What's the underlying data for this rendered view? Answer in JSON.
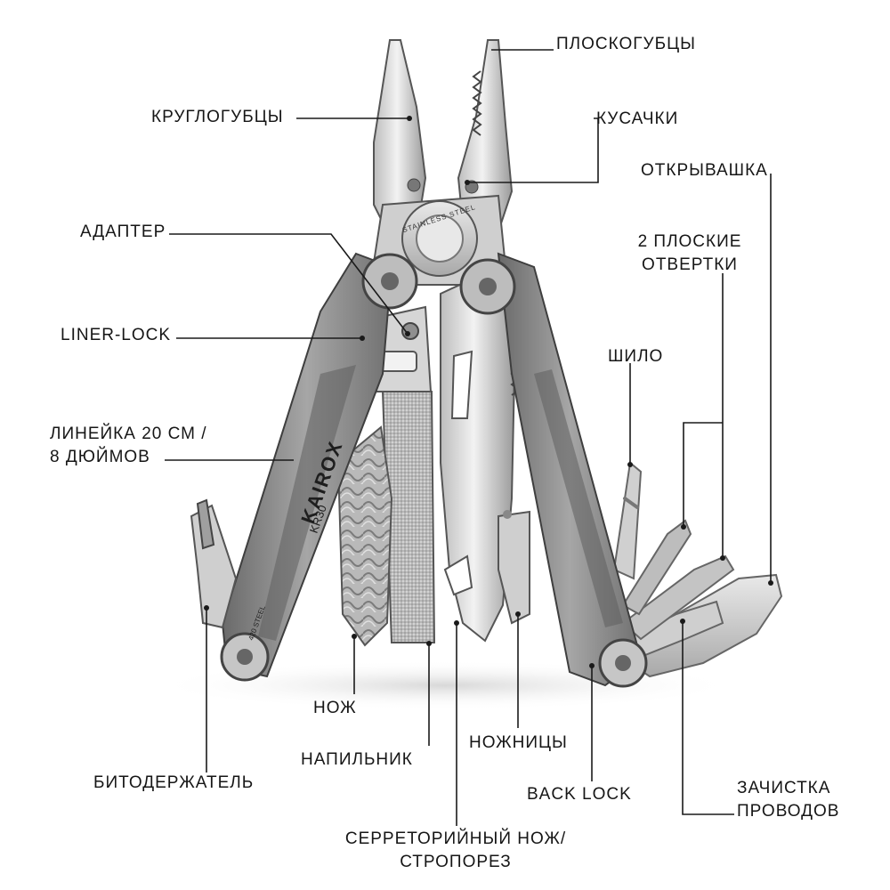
{
  "brand": {
    "name": "KAIROX",
    "model": "KR30",
    "steel": "420 STEEL",
    "jaw_stamp": "STAINLESS STEEL"
  },
  "labels": {
    "ploskogubtsy": "ПЛОСКОГУБЦЫ",
    "krugloguby": "КРУГЛОГУБЦЫ",
    "kusachki": "КУСАЧКИ",
    "otkryvashka": "ОТКРЫВАШКА",
    "adapter": "АДАПТЕР",
    "otvertki_1": "2 ПЛОСКИЕ",
    "otvertki_2": "ОТВЕРТКИ",
    "liner_lock": "LINER-LOCK",
    "shilo": "ШИЛО",
    "lineyka_1": "ЛИНЕЙКА 20 СМ /",
    "lineyka_2": "8 ДЮЙМОВ",
    "nozh": "НОЖ",
    "napilnik": "НАПИЛЬНИК",
    "nozhnitsy": "НОЖНИЦЫ",
    "bitoderzhatel": "БИТОДЕРЖАТЕЛЬ",
    "back_lock": "BACK LOCK",
    "zachistka_1": "ЗАЧИСТКА",
    "zachistka_2": "ПРОВОДОВ",
    "serreytorny_1": "СЕРРЕТОРИЙНЫЙ НОЖ/",
    "serreytorny_2": "СТРОПОРЕЗ"
  },
  "colors": {
    "leader": "#1a1a1a",
    "steel_light": "#d9d9d9",
    "steel_mid": "#a7a7a7",
    "steel_dark": "#6e6e6e",
    "handle": "#8c8c8c",
    "handle_dark": "#555555"
  }
}
